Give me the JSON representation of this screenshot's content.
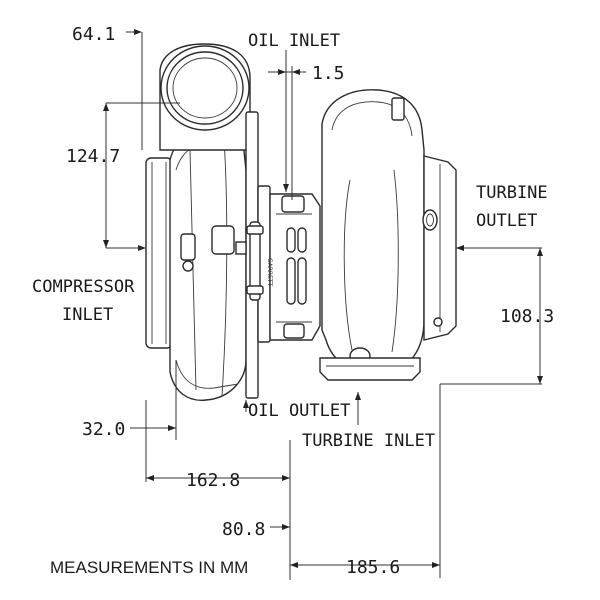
{
  "dimensions": {
    "d64_1": "64.1",
    "d1_5": "1.5",
    "d124_7": "124.7",
    "d108_3": "108.3",
    "d32_0": "32.0",
    "d162_8": "162.8",
    "d80_8": "80.8",
    "d185_6": "185.6"
  },
  "labels": {
    "oil_inlet": "OIL INLET",
    "compressor_inlet_1": "COMPRESSOR",
    "compressor_inlet_2": "INLET",
    "turbine_outlet_1": "TURBINE",
    "turbine_outlet_2": "OUTLET",
    "oil_outlet": "OIL OUTLET",
    "turbine_inlet": "TURBINE INLET",
    "brand": "GARRETT"
  },
  "note": "MEASUREMENTS IN MM"
}
